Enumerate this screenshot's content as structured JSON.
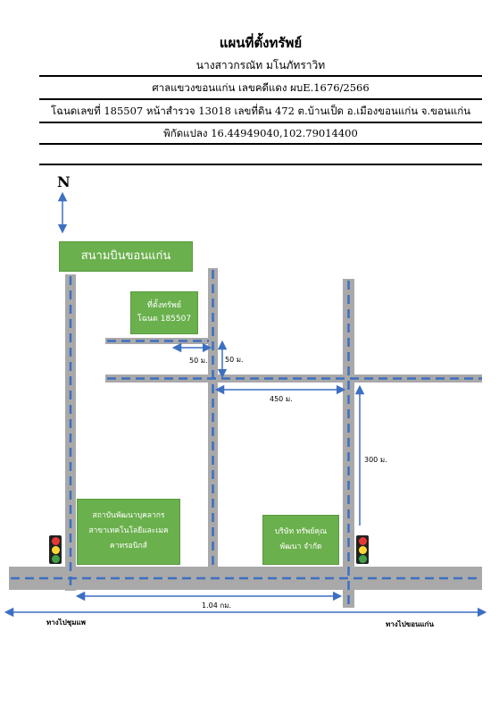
{
  "header": {
    "title": "แผนที่ตั้งทรัพย์",
    "owner": "นางสาวกรณัท มโนภัทราวิท",
    "court_case": "ศาลแขวงขอนแก่น เลขคดีแดง ผบE.1676/2566",
    "deed": "โฉนดเลขที่ 185507 หน้าสำรวจ 13018 เลขที่ดิน 472 ต.บ้านเป็ด อ.เมืองขอนแก่น จ.ขอนแก่น",
    "coordinates": "พิกัดแปลง 16.44949040,102.79014400"
  },
  "map": {
    "north": "N",
    "airport": "สนามบินขอนแก่น",
    "property_title": "ที่ตั้งทรัพย์",
    "property_deed": "โฉนด 185507",
    "institute_line1": "สถาบันพัฒนาบุคลากร",
    "institute_line2": "สาขาเทคโนโลยีและเมค",
    "institute_line3": "คาทรอนิกส์",
    "company_line1": "บริษัท ทรัพย์คุณ",
    "company_line2": "พัฒนา จำกัด",
    "dist_50_h": "50 ม.",
    "dist_50_v": "50 ม.",
    "dist_450": "450 ม.",
    "dist_300": "300 ม.",
    "dist_1_04": "1.04 กม.",
    "to_left": "ทางไปชุมแพ",
    "to_right": "ทางไปขอนแก่น"
  },
  "colors": {
    "road": "#a9a9a9",
    "road_dash": "#3d6fc2",
    "arrow": "#3d6fc2",
    "box_green": "#6ab04c",
    "box_text": "#ffffff"
  },
  "icons": [
    "traffic-light-icon",
    "north-arrow-icon"
  ]
}
